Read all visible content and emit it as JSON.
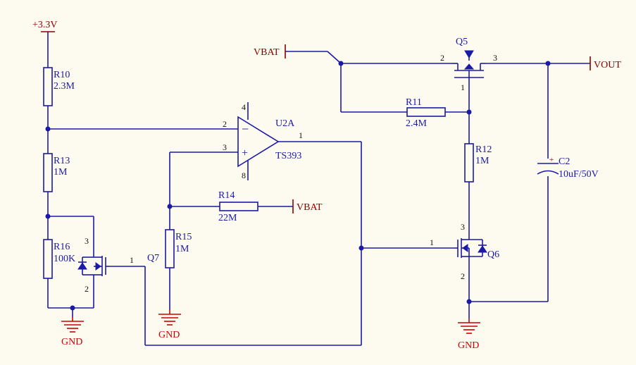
{
  "nets": {
    "vcc": "+3.3V",
    "vbat_top": "VBAT",
    "vbat_r14": "VBAT",
    "vout": "VOUT",
    "gnd": "GND"
  },
  "components": {
    "R10": {
      "ref": "R10",
      "value": "2.3M"
    },
    "R13": {
      "ref": "R13",
      "value": "1M"
    },
    "R16": {
      "ref": "R16",
      "value": "100K"
    },
    "R14": {
      "ref": "R14",
      "value": "22M"
    },
    "R15": {
      "ref": "R15",
      "value": "1M"
    },
    "R11": {
      "ref": "R11",
      "value": "2.4M"
    },
    "R12": {
      "ref": "R12",
      "value": "1M"
    },
    "C2": {
      "ref": "C2",
      "value": "10uF/50V",
      "polarity": "+"
    },
    "U2A": {
      "ref": "U2A",
      "value": "TS393",
      "sign_minus": "−",
      "sign_plus": "+"
    },
    "Q5": {
      "ref": "Q5"
    },
    "Q6": {
      "ref": "Q6"
    },
    "Q7": {
      "ref": "Q7"
    }
  },
  "pins": {
    "u_in_minus": "2",
    "u_in_plus": "3",
    "u_out": "1",
    "u_vcc": "4",
    "u_gnd": "8",
    "q5_d": "2",
    "q5_s": "3",
    "q5_g": "1",
    "q6_d": "3",
    "q6_g": "1",
    "q6_s": "2",
    "q7_d": "3",
    "q7_s": "2",
    "q7_g": "1"
  },
  "colors": {
    "wire": "#1a1aa6",
    "power": "#8b0000",
    "ground": "#cc0000",
    "background": "#fdfaf0"
  }
}
